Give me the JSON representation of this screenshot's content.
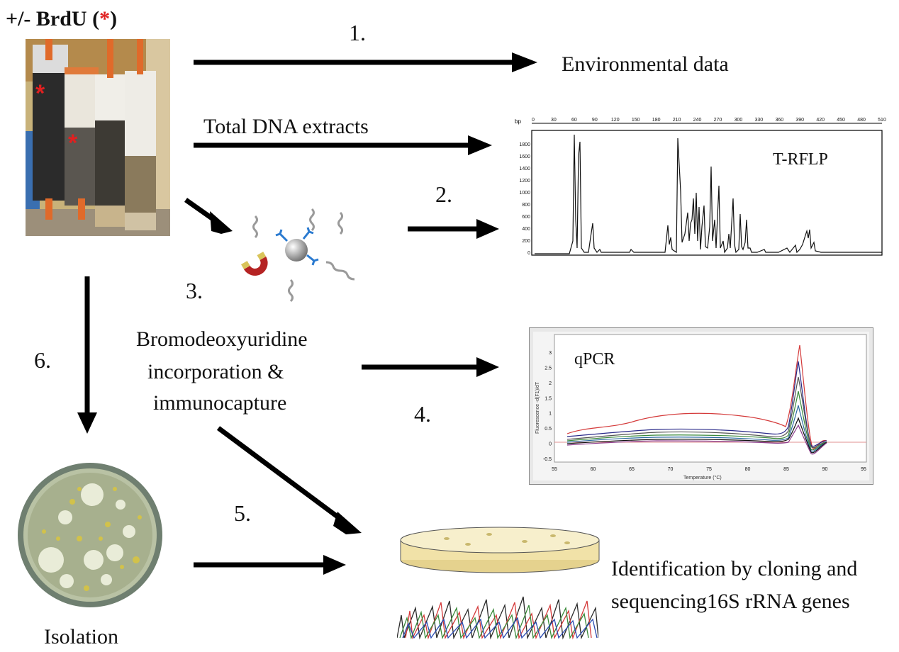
{
  "header": {
    "prefix": "+/- BrdU (",
    "star": "*",
    "suffix": ")"
  },
  "steps": {
    "s1": "1.",
    "s2": "2.",
    "s3": "3.",
    "s4": "4.",
    "s5": "5.",
    "s6": "6."
  },
  "labels": {
    "environmental": "Environmental data",
    "total_dna": "Total DNA extracts",
    "brdu_line1": "Bromodeoxyuridine",
    "brdu_line2": "incorporation &",
    "brdu_line3": "immunocapture",
    "isolation": "Isolation",
    "ident_line1": "Identification by cloning and",
    "ident_line2": "sequencing16S rRNA genes"
  },
  "trflp": {
    "title": "T-RFLP",
    "bp_label": "bp",
    "top_ticks": [
      "0",
      "30",
      "60",
      "90",
      "120",
      "150",
      "180",
      "210",
      "240",
      "270",
      "300",
      "330",
      "360",
      "390",
      "420",
      "450",
      "480",
      "510"
    ],
    "y_ticks": [
      "1800",
      "1600",
      "1400",
      "1200",
      "1000",
      "800",
      "600",
      "400",
      "200",
      "0"
    ]
  },
  "qpcr": {
    "title": "qPCR",
    "ylabel": "Fluorescence -d(F1)/dT",
    "xlabel": "Temperature (°C)",
    "y_ticks": [
      "3",
      "2.5",
      "2",
      "1.5",
      "1",
      "0.5",
      "0",
      "-0.5"
    ],
    "x_ticks": [
      "55",
      "60",
      "65",
      "70",
      "75",
      "80",
      "85",
      "90",
      "95"
    ]
  },
  "colors": {
    "arrow": "#000000",
    "asterisk": "#e02020",
    "plate": "#f3e6b3"
  }
}
